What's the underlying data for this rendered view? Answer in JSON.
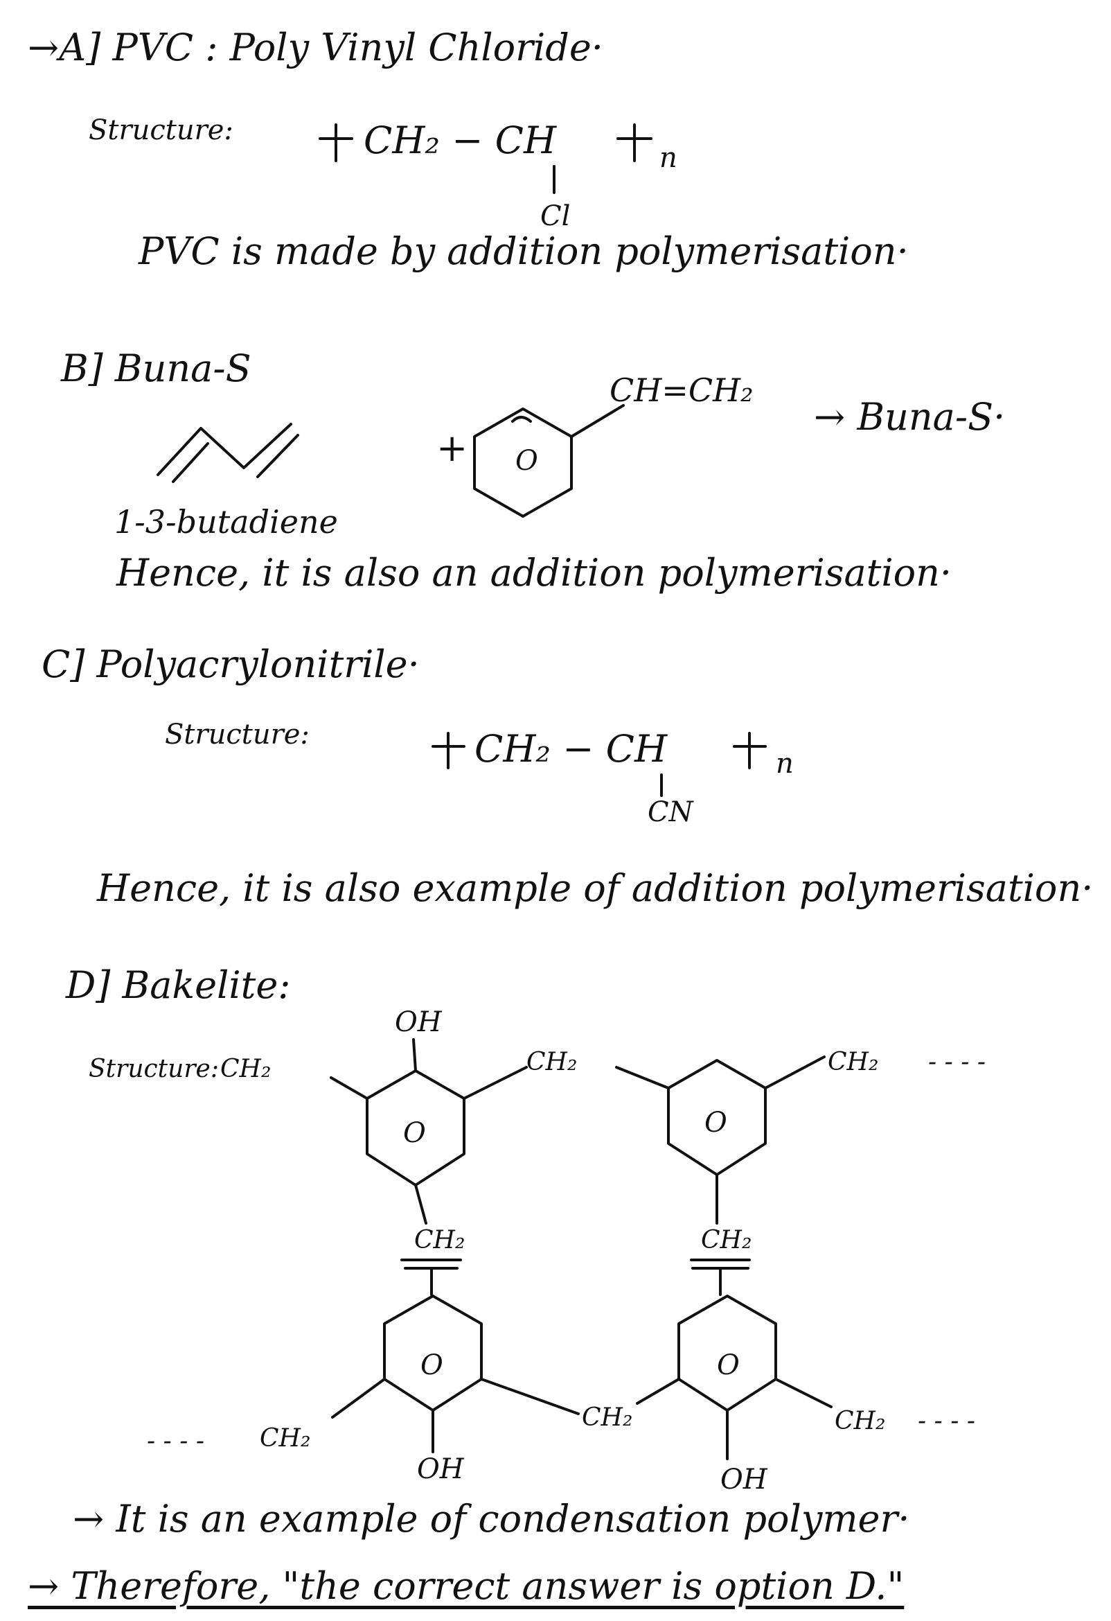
{
  "section_a": {
    "heading": "→A] PVC : Poly Vinyl Chloride·",
    "structure_label": "Structure:",
    "formula_chain": "CH₂ − CH",
    "repeat_n": "n",
    "substituent": "Cl",
    "statement": "PVC is made by addition polymerisation·"
  },
  "section_b": {
    "heading": "B] Buna-S",
    "vinyl_group": "CH=CH₂",
    "plus": "+",
    "ring_center": "O",
    "product": "→ Buna-S·",
    "diene_label": "1-3-butadiene",
    "statement": "Hence, it is also an addition polymerisation·"
  },
  "section_c": {
    "heading": "C] Polyacrylonitrile·",
    "structure_label": "Structure:",
    "formula_chain": "CH₂ − CH",
    "repeat_n": "n",
    "substituent": "CN",
    "statement": "Hence, it is also example of addition polymerisation·"
  },
  "section_d": {
    "heading": "D] Bakelite:",
    "structure_label": "Structure:",
    "oh": "OH",
    "ch2": "CH₂",
    "ring_center": "O",
    "dashes": "- - - -",
    "conclusion": "→ It is an example of condensation polymer·",
    "answer": "→ Therefore, \"the correct answer is option D.\""
  }
}
